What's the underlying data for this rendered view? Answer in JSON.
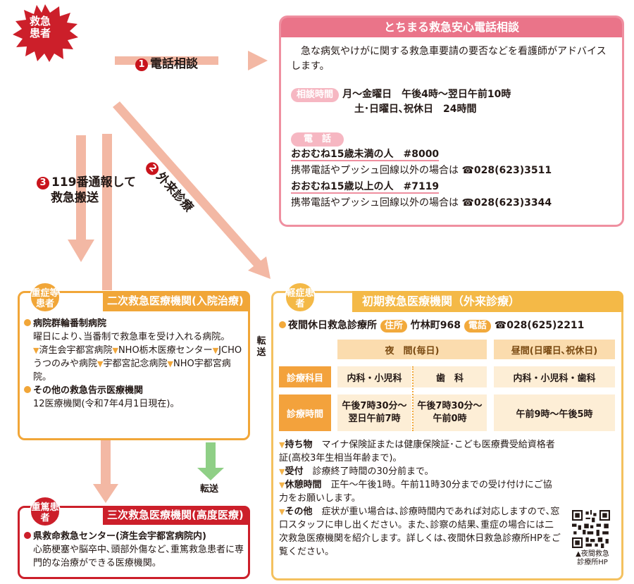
{
  "badges": {
    "emergency_patient": "救急患者",
    "moderate_patient": "重症等患者",
    "severe_patient": "重篤患者",
    "mild_patient": "軽症患者"
  },
  "flows": {
    "phone": {
      "num": "1",
      "label": "電話相談"
    },
    "outpatient": {
      "num": "2",
      "label": "外来診療"
    },
    "ambulance": {
      "num": "3",
      "line1": "119番通報して",
      "line2": "救急搬送"
    },
    "transfer_v": "転送",
    "transfer_h": "転送"
  },
  "phone_box": {
    "title": "とちまる救急安心電話相談",
    "intro": "急な病気やけがに関する救急車要請の要否などを看護師がアドバイスします。",
    "hours_label": "相談時間",
    "hours_line1": "月〜金曜日　午後4時〜翌日午前10時",
    "hours_line2": "土･日曜日､祝休日　24時間",
    "tel_label": "電　話",
    "under15": "おおむね15歳未満の人　#8000",
    "under15_alt_text": "携帯電話やプッシュ回線以外の場合は",
    "under15_alt_tel": "☎028(623)3511",
    "over15": "おおむね15歳以上の人　#7119",
    "over15_alt_text": "携帯電話やプッシュ回線以外の場合は",
    "over15_alt_tel": "☎028(623)3344"
  },
  "secondary": {
    "title": "二次救急医療機関(入院治療)",
    "item1_title": "病院群輪番制病院",
    "item1_desc": "曜日により､当番制で救急車を受け入れる病院。",
    "hospitals": [
      "済生会宇都宮病院",
      "NHO栃木医療センター",
      "JCHOうつのみや病院",
      "宇都宮記念病院",
      "NHO宇都宮病院。"
    ],
    "item2_title": "その他の救急告示医療機関",
    "item2_desc": "12医療機関(令和7年4月1日現在)。"
  },
  "tertiary": {
    "title": "三次救急医療機関(高度医療)",
    "item_title": "県救命救急センター(済生会宇都宮病院内)",
    "item_desc": "心筋梗塞や脳卒中､頭部外傷など､重篤救急患者に専門的な治療ができる医療機関。"
  },
  "primary": {
    "title": "初期救急医療機関（外来診療）",
    "clinic_name": "夜間休日救急診療所",
    "address_label": "住所",
    "address": "竹林町968",
    "tel_label": "電話",
    "tel": "☎028(625)2211",
    "table": {
      "col_night": "夜　間(毎日)",
      "col_day": "昼間(日曜日､祝休日)",
      "row_dept": "診療科目",
      "row_time": "診療時間",
      "dept_night_1": "内科・小児科",
      "dept_night_2": "歯　科",
      "dept_day": "内科・小児科・歯科",
      "time_night_1a": "午後7時30分〜",
      "time_night_1b": "翌日午前7時",
      "time_night_2a": "午後7時30分〜",
      "time_night_2b": "午前0時",
      "time_day": "午前9時〜午後5時"
    },
    "notes": [
      {
        "label": "持ち物",
        "text": "マイナ保険証または健康保険証･こども医療費受給資格者証(高校3年生相当年齢まで)。"
      },
      {
        "label": "受付",
        "text": "診療終了時間の30分前まで。"
      },
      {
        "label": "休憩時間",
        "text": "正午〜午後1時。午前11時30分までの受け付けにご協力をお願いします。"
      },
      {
        "label": "その他",
        "text": "症状が重い場合は､診療時間内であれば対応しますので､窓口スタッフに申し出ください。また､診察の結果､重症の場合には二次救急医療機関を紹介します。詳しくは､夜間休日救急診療所HPをご覧ください。"
      }
    ],
    "qr_caption_1": "▲夜間救急",
    "qr_caption_2": "診療所HP"
  },
  "colors": {
    "red": "#cc1f2a",
    "pink": "#ea7489",
    "orange": "#f1a638",
    "yellow": "#f4b947",
    "salmon_arrow": "#f3b8a4",
    "green_arrow": "#8fcf86"
  }
}
